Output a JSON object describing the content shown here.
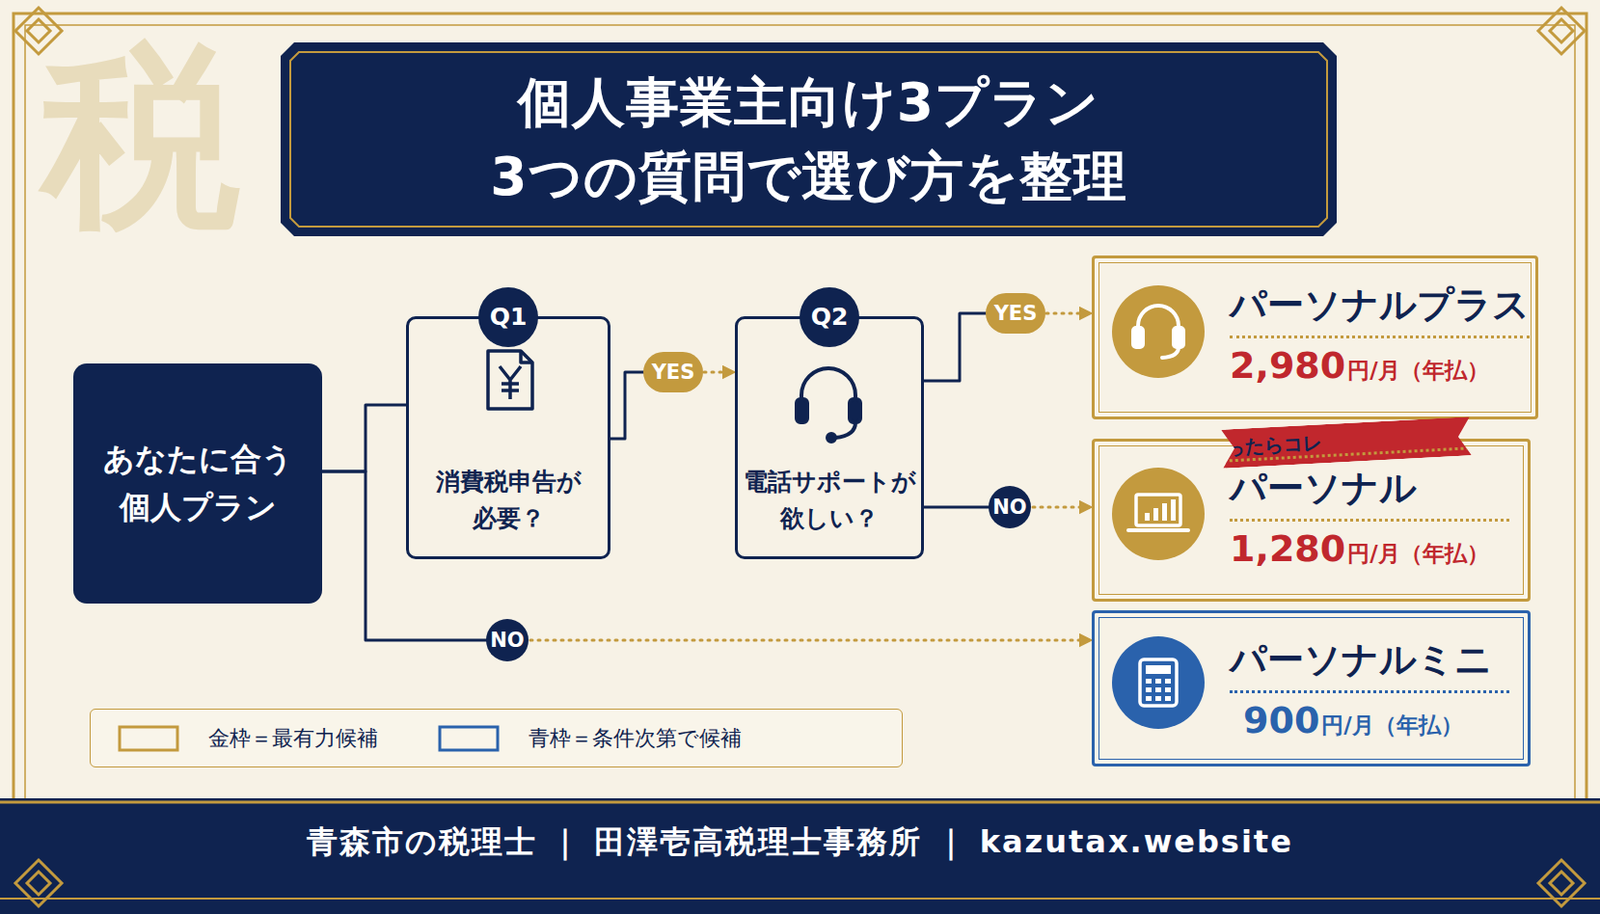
{
  "diagram": {
    "title": "個人事業主向け3プラン 3つの質問で選び方を整理",
    "caption": "青森市の税理士 ｜ 田澤壱高税理士事務所 ｜ kazutax.website",
    "nodes": [
      {
        "text": [
          "あなたに合う 個人プラン"
        ]
      },
      {
        "text": [
          "Q1",
          "消費税申告が 必要？"
        ]
      },
      {
        "text": [
          "Q2",
          "電話サポートが 欲しい？"
        ]
      },
      {
        "text": [
          "パーソナルプラス",
          "2,980",
          "円/月（年払）"
        ]
      },
      {
        "text": [
          "パーソナル",
          "1,280",
          "円/月（年払）"
        ]
      },
      {
        "text": [
          "迷ったらコレ"
        ],
        "in": 4
      },
      {
        "text": [
          "パーソナルミニ",
          "900",
          "円/月（年払）"
        ]
      }
    ],
    "edges": [
      {
        "from": 0,
        "to": 1,
        "arrow": "none"
      },
      {
        "from": 1,
        "to": 2,
        "label": "YES",
        "arrow": "to"
      },
      {
        "from": 2,
        "to": 3,
        "label": "YES",
        "arrow": "to"
      },
      {
        "from": 2,
        "to": 4,
        "label": "NO",
        "arrow": "to"
      },
      {
        "from": 0,
        "to": 6,
        "label": "NO",
        "arrow": "to"
      }
    ],
    "labels": [
      "税"
    ],
    "legend": [
      {
        "text": "金枠＝最有力候補",
        "color": "#c39a3e"
      },
      {
        "text": "青枠＝条件次第で候補",
        "color": "#2a62ac"
      }
    ]
  }
}
